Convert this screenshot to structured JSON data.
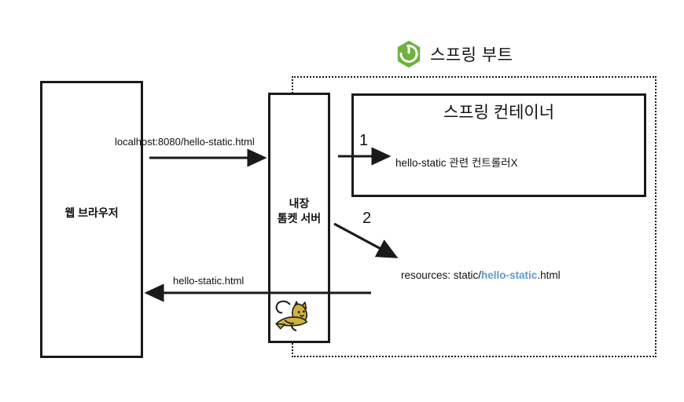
{
  "diagram": {
    "boot_title": {
      "text": "스프링 부트",
      "logo_icon": "spring-boot-leaf-icon",
      "logo_color": "#6DB33F"
    },
    "boxes": {
      "browser": {
        "label": "웹 브라우저"
      },
      "tomcat": {
        "label": "내장\n톰켓 서버",
        "logo_icon": "apache-tomcat-cat-icon"
      },
      "spring_container": {
        "label": "스프링 컨테이너"
      }
    },
    "labels": {
      "request_url": "localhost:8080/hello-static.html",
      "controller_miss": "hello-static 관련 컨트롤러X",
      "resource_prefix": "resources: static/",
      "resource_highlight": "hello-static",
      "resource_suffix": ".html",
      "response_file": "hello-static.html",
      "step_one": "1",
      "step_two": "2"
    },
    "colors": {
      "stroke": "#1a1a1a",
      "highlight_blue": "#5b9bd5",
      "spring_green": "#6DB33F",
      "tomcat_gold": "#D1B13C"
    }
  }
}
